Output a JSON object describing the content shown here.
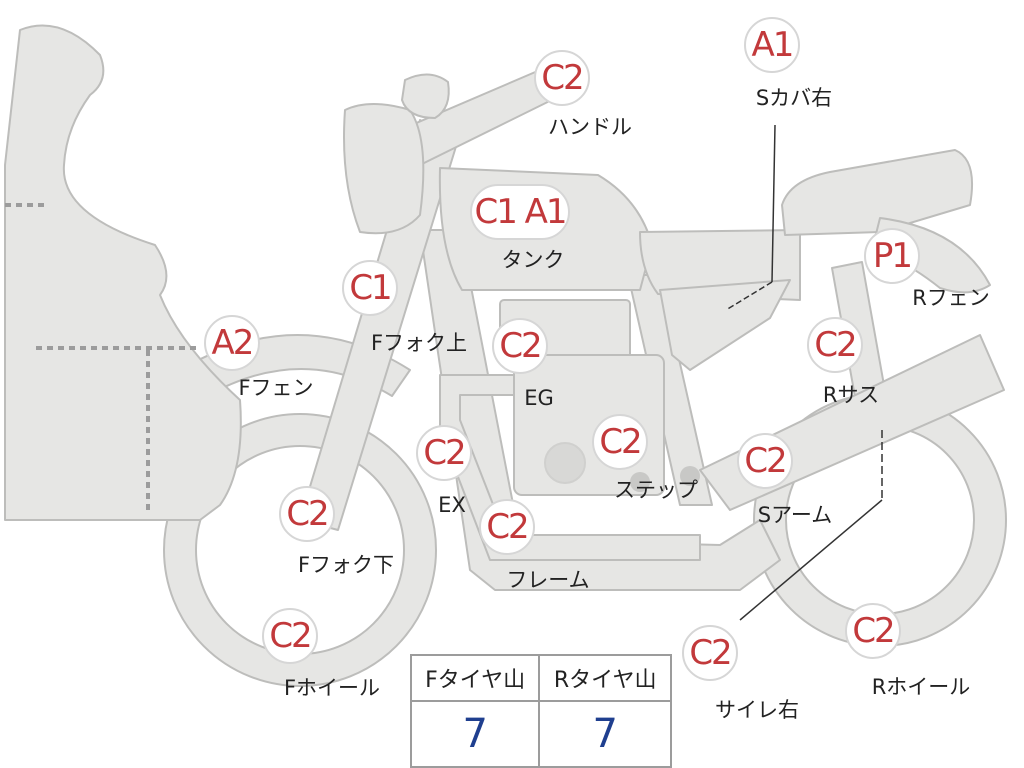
{
  "badges": [
    {
      "id": "handle",
      "grade": "C2",
      "label": "ハンドル"
    },
    {
      "id": "scover-right",
      "grade": "A1",
      "label": "Sカバ右"
    },
    {
      "id": "tank",
      "grade": "C1 A1",
      "label": "タンク"
    },
    {
      "id": "rear-fender",
      "grade": "P1",
      "label": "Rフェン"
    },
    {
      "id": "front-fork-upper",
      "grade": "C1",
      "label": "Fフォク上"
    },
    {
      "id": "front-fender",
      "grade": "A2",
      "label": "Fフェン"
    },
    {
      "id": "engine",
      "grade": "C2",
      "label": "EG"
    },
    {
      "id": "rear-suspension",
      "grade": "C2",
      "label": "Rサス"
    },
    {
      "id": "exhaust",
      "grade": "C2",
      "label": "EX"
    },
    {
      "id": "step",
      "grade": "C2",
      "label": "ステップ"
    },
    {
      "id": "swing-arm",
      "grade": "C2",
      "label": "Sアーム"
    },
    {
      "id": "front-fork-lower",
      "grade": "C2",
      "label": "Fフォク下"
    },
    {
      "id": "frame",
      "grade": "C2",
      "label": "フレーム"
    },
    {
      "id": "front-wheel",
      "grade": "C2",
      "label": "Fホイール"
    },
    {
      "id": "silencer-right",
      "grade": "C2",
      "label": "サイレ右"
    },
    {
      "id": "rear-wheel",
      "grade": "C2",
      "label": "Rホイール"
    }
  ],
  "tire_table": {
    "headers": [
      "Fタイヤ山",
      "Rタイヤ山"
    ],
    "values": [
      "7",
      "7"
    ]
  },
  "colors": {
    "grade_text": "#c2393b",
    "value_text": "#1f3f8f",
    "bike_fill": "#e6e6e4",
    "bike_stroke": "#bdbdbb"
  }
}
